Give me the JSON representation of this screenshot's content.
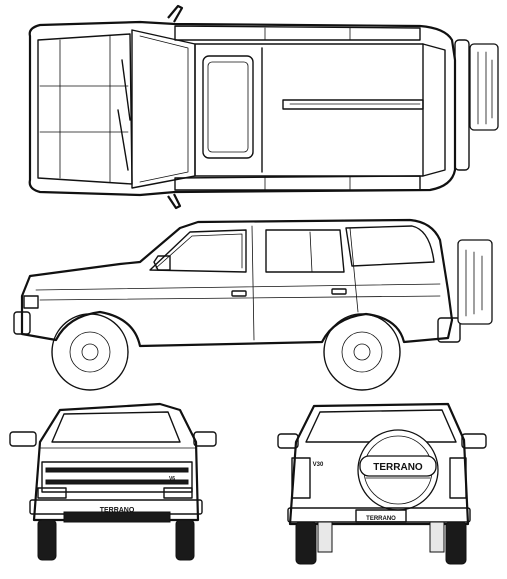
{
  "drawing": {
    "model_badge_front": "TERRANO",
    "model_badge_spare": "TERRANO",
    "model_badge_rear": "TERRANO",
    "rear_trim_badge": "V30",
    "front_grille_badge": "V6"
  }
}
